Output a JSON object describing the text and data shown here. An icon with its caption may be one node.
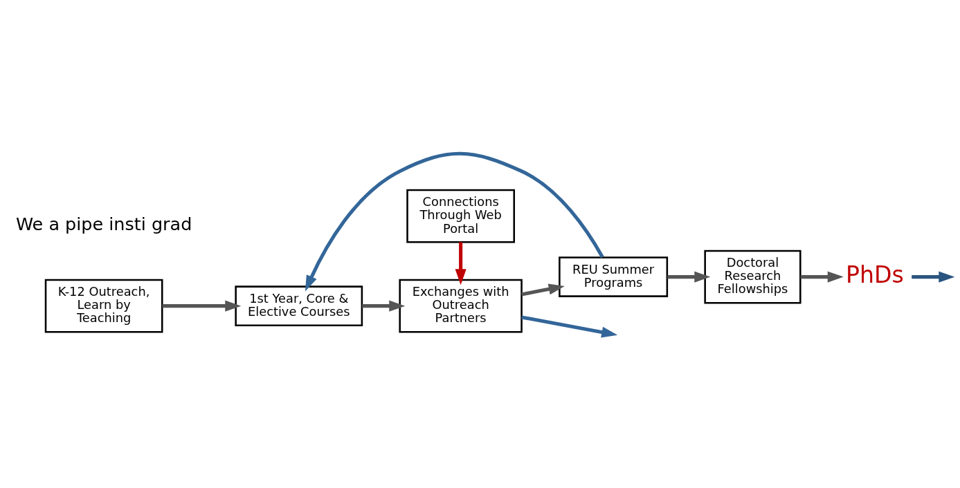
{
  "diagram": {
    "nodes": [
      {
        "text": [
          "K-12 Outreach, Learn by Teaching"
        ]
      },
      {
        "text": [
          "1st Year, Core & Elective Courses"
        ]
      },
      {
        "text": [
          "Exchanges with Outreach Partners"
        ]
      },
      {
        "text": [
          "REU Summer Programs"
        ]
      },
      {
        "text": [
          "Doctoral Research Fellowships"
        ]
      },
      {
        "text": [
          "PhDs"
        ]
      },
      {
        "text": [
          "Connections Through Web Portal"
        ]
      }
    ],
    "edges": [
      {
        "from": 0,
        "to": 1,
        "arrow": "to"
      },
      {
        "from": 1,
        "to": 2,
        "arrow": "to"
      },
      {
        "from": 2,
        "to": 3,
        "arrow": "to"
      },
      {
        "from": 3,
        "to": 4,
        "arrow": "to"
      },
      {
        "from": 4,
        "to": 5,
        "arrow": "to"
      },
      {
        "from": 6,
        "to": 2,
        "arrow": "to",
        "color": "#c00000"
      },
      {
        "from": 3,
        "to": 1,
        "arrow": "to",
        "color": "#336699"
      },
      {
        "from": 2,
        "to": null,
        "arrow": "to",
        "color": "#336699"
      },
      {
        "from": 5,
        "to": null,
        "arrow": "to",
        "color": "#2b5580"
      }
    ],
    "labels": [
      "We a pipe insti grad"
    ]
  }
}
